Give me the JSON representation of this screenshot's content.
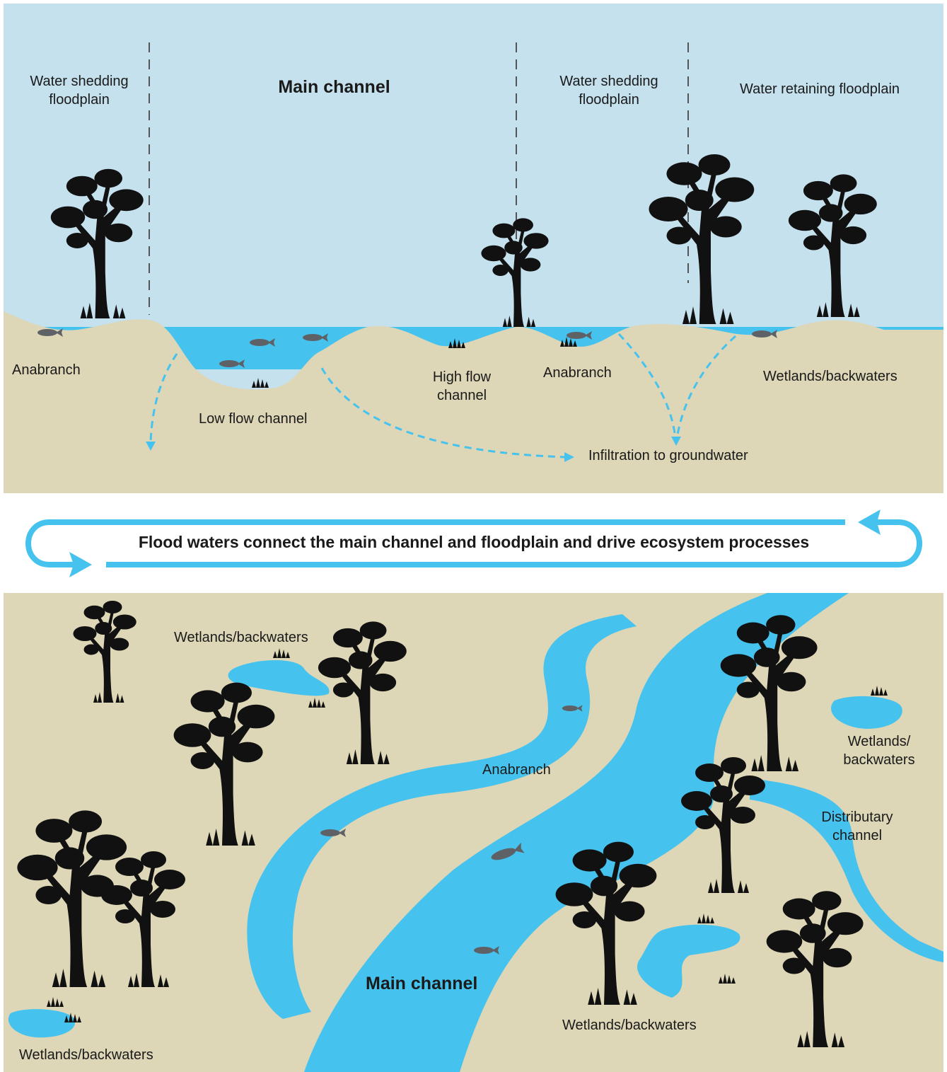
{
  "cross_section": {
    "zones": {
      "water_shedding_left": "Water shedding floodplain",
      "main_channel": "Main channel",
      "water_shedding_right": "Water shedding floodplain",
      "water_retaining": "Water retaining floodplain"
    },
    "features": {
      "anabranch_left": "Anabranch",
      "low_flow_channel": "Low flow channel",
      "high_flow_channel": "High flow channel",
      "anabranch_right": "Anabranch",
      "wetlands_backwaters": "Wetlands/backwaters",
      "infiltration": "Infiltration to groundwater"
    }
  },
  "banner": {
    "text": "Flood waters connect the main channel and floodplain and drive ecosystem processes"
  },
  "plan_view": {
    "wetlands_top": "Wetlands/backwaters",
    "anabranch": "Anabranch",
    "wetlands_right": "Wetlands/ backwaters",
    "distributary": "Distributary channel",
    "main_channel": "Main channel",
    "wetlands_bottom_center": "Wetlands/backwaters",
    "wetlands_bottom_left": "Wetlands/backwaters"
  },
  "colors": {
    "sky": "#c5e1ee",
    "ground": "#ddd6b7",
    "water": "#45c3ee",
    "arrow": "#45c3ee",
    "silhouette": "#111111",
    "fish": "#5e6266"
  },
  "icons": [
    "tree-icon",
    "fish-icon",
    "reeds-icon",
    "cycle-arrow-icon"
  ]
}
